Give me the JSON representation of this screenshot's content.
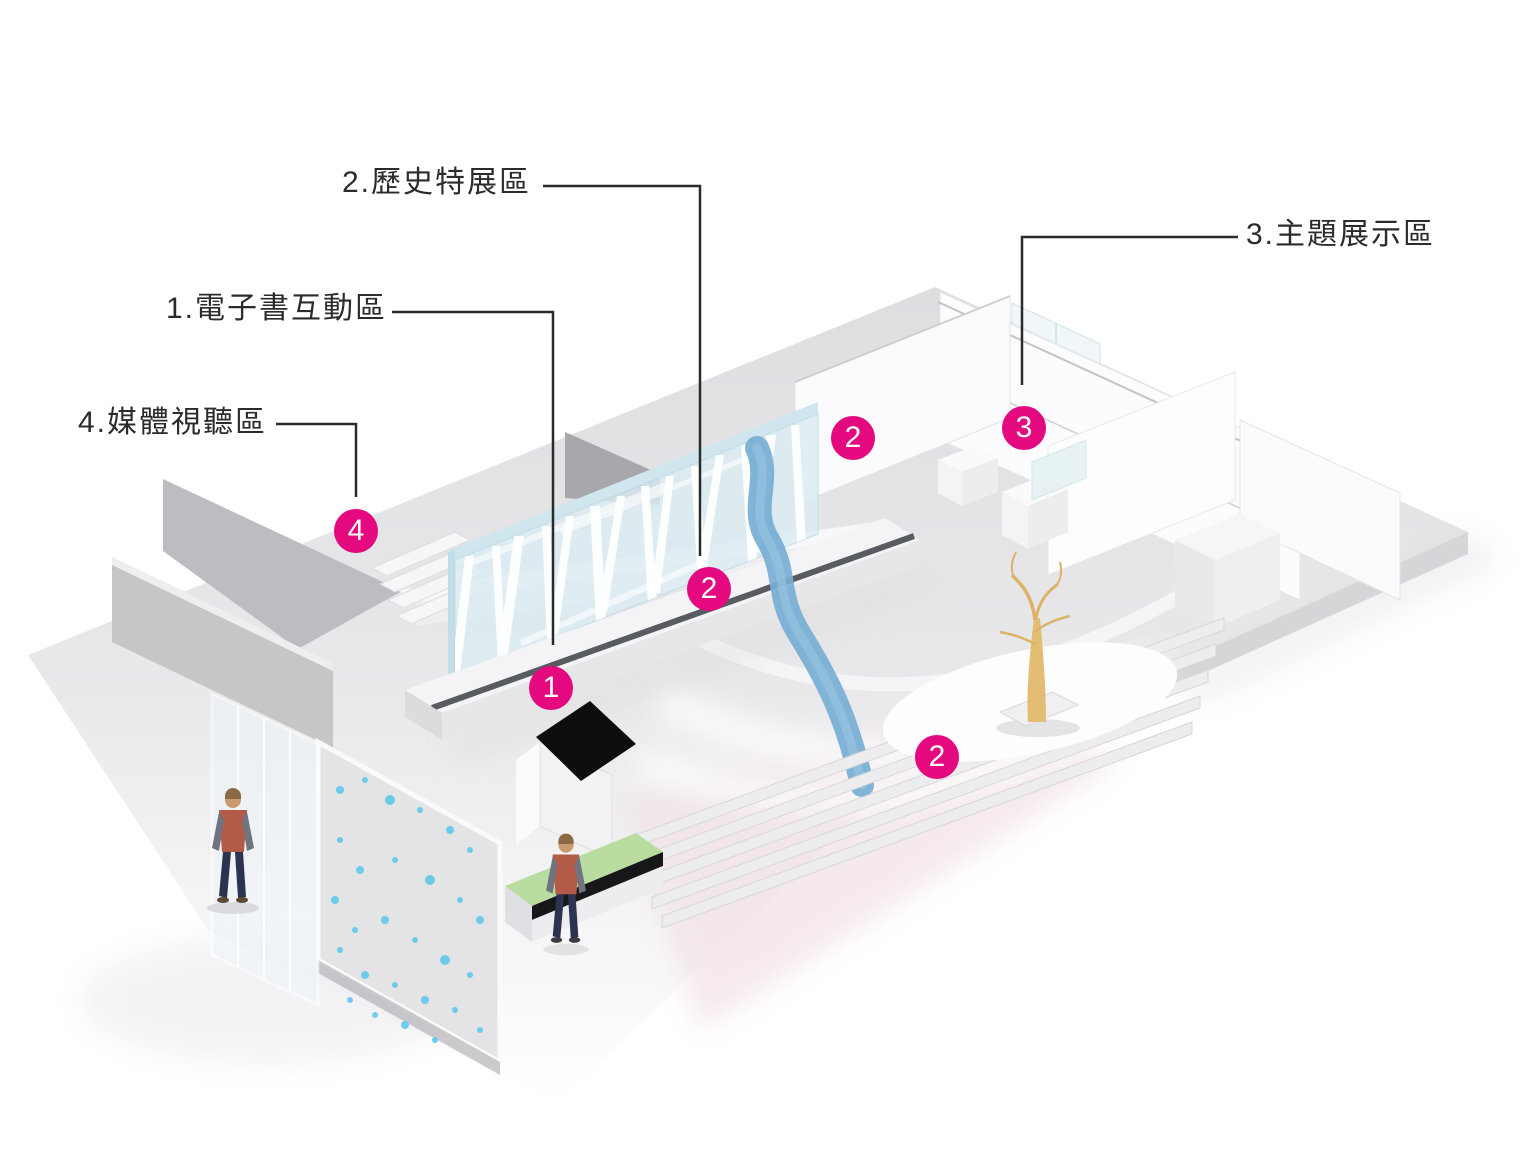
{
  "diagram": {
    "type": "exhibition-floorplan-3d",
    "areas": [
      {
        "number": "1",
        "label": "1.電子書互動區"
      },
      {
        "number": "2",
        "label": "2.歷史特展區"
      },
      {
        "number": "3",
        "label": "3.主題展示區"
      },
      {
        "number": "4",
        "label": "4.媒體視聽區"
      }
    ],
    "markers": [
      {
        "number": "4",
        "area": "媒體視聽區"
      },
      {
        "number": "2",
        "area": "歷史特展區"
      },
      {
        "number": "3",
        "area": "主題展示區"
      },
      {
        "number": "2",
        "area": "歷史特展區"
      },
      {
        "number": "1",
        "area": "電子書互動區"
      },
      {
        "number": "2",
        "area": "歷史特展區"
      }
    ],
    "colors": {
      "accent_pink": "#e5097f",
      "label_text": "#2b2b2b",
      "leader_line": "#2b2b2b",
      "ribbon_blue": "#76aed3",
      "glass_blue": "#dcecf3",
      "media_dot_cyan": "#57c7ea",
      "table_green": "#b9dda1",
      "tree_gold": "#e3bd74",
      "floor_gray": "#e2e2e5",
      "kiosk_black": "#0d0d0f"
    }
  }
}
